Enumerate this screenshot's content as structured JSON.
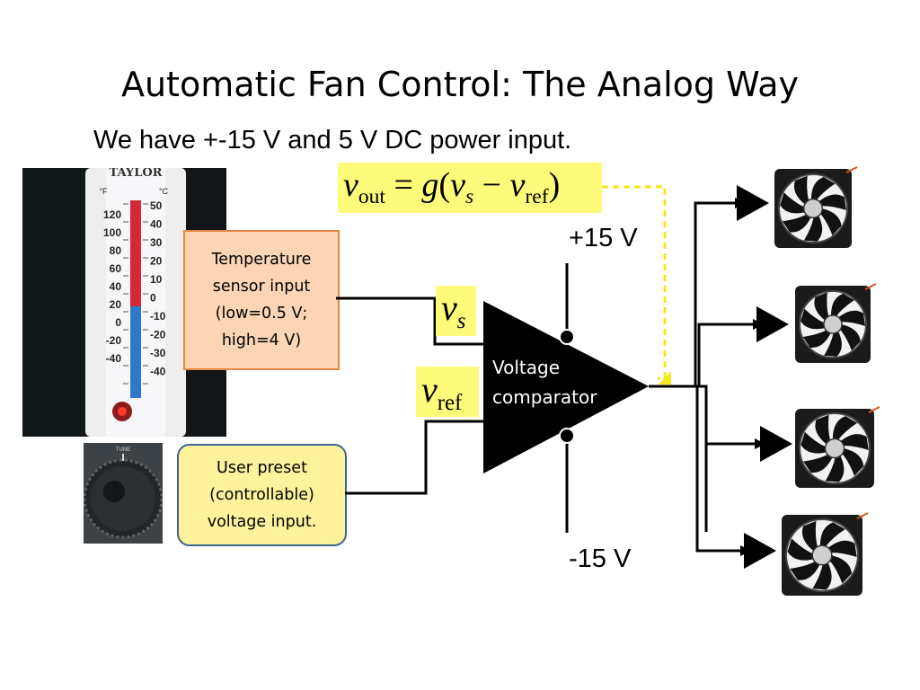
{
  "slide": {
    "title": "Automatic Fan Control: The Analog Way",
    "subtitle": "We have +-15 V and 5 V DC power input."
  },
  "equation": {
    "lhs": "v",
    "lhs_sub": "out",
    "equals": "=",
    "func": "g",
    "open": "(",
    "arg1": "v",
    "arg1_sub": "s",
    "minus": "−",
    "arg2": "v",
    "arg2_sub": "ref",
    "close": ")"
  },
  "sensor_box": {
    "lines": [
      "Temperature",
      "sensor input",
      "(low=0.5 V;",
      "high=4 V)"
    ]
  },
  "preset_box": {
    "lines": [
      "User preset",
      "(controllable)",
      "voltage input."
    ]
  },
  "labels": {
    "vs": "v",
    "vs_sub": "s",
    "vref": "v",
    "vref_sub": "ref",
    "plus_rail": "+15 V",
    "minus_rail": "-15 V",
    "comparator_line1": "Voltage",
    "comparator_line2": "comparator"
  },
  "thermometer": {
    "brand": "TAYLOR",
    "f_unit": "°F",
    "c_unit": "°C",
    "f_ticks": [
      "120",
      "100",
      "80",
      "60",
      "40",
      "20",
      "0",
      "-20",
      "-40"
    ],
    "c_ticks": [
      "50",
      "40",
      "30",
      "20",
      "10",
      "0",
      "-10",
      "-20",
      "-30",
      "-40"
    ]
  },
  "knob": {
    "label": "TUNE"
  },
  "colors": {
    "sensor_fill": "#fbd5b5",
    "sensor_border": "#e7873f",
    "preset_fill": "#fef39c",
    "preset_border": "#3c6592",
    "highlight": "#fffb7a",
    "feedback_dash": "#f4e81c",
    "red_column": "#d4283a",
    "blue_column": "#2d78c9"
  },
  "icons": [
    "thermometer-photo",
    "knob-photo",
    "amplifier-triangle-icon",
    "fan-icon"
  ]
}
